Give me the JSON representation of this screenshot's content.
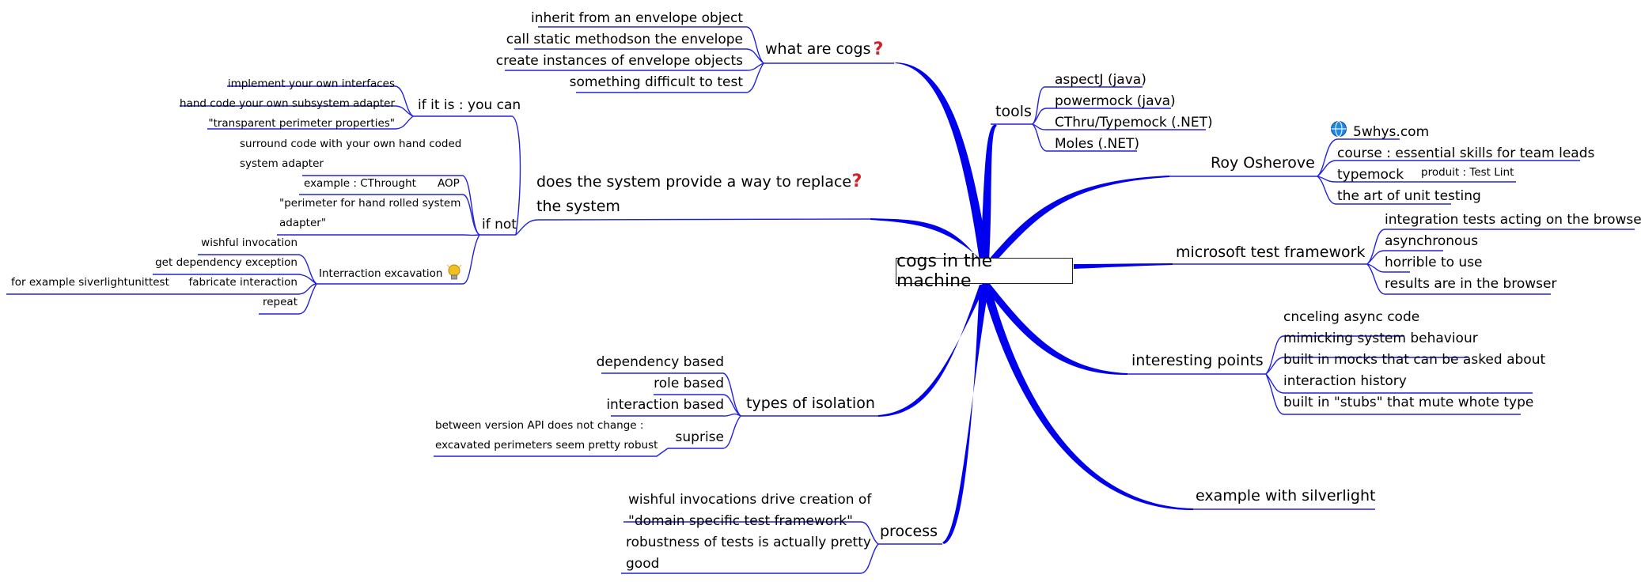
{
  "root": "cogs in the machine",
  "colors": {
    "branch": "#0000ee",
    "thin_branch": "#2222dd",
    "question": "#d02030",
    "bulb": "#f0c020",
    "web": "#1e88e5"
  },
  "tools": {
    "label": "tools",
    "items": [
      "aspectJ (java)",
      "powermock (java)",
      "CThru/Typemock (.NET)",
      "Moles (.NET)"
    ]
  },
  "roy": {
    "label": "Roy Osherove",
    "site": "5whys.com",
    "course": "course : essential skills for team leads",
    "typemock": "typemock",
    "product": "produit : Test Lint",
    "book": "the art of unit testing"
  },
  "mstf": {
    "label": "microsoft test framework",
    "items": [
      "integration tests acting on the browser",
      "asynchronous",
      "horrible to use",
      "results are in the browser"
    ]
  },
  "points": {
    "label": "interesting points",
    "items": [
      "cnceling async code",
      "mimicking system behaviour",
      "built in mocks that can be asked about",
      "interaction history",
      "built in \"stubs\" that mute whote type"
    ]
  },
  "silverlight": {
    "label": "example with silverlight"
  },
  "process": {
    "label": "process",
    "items": [
      "wishful invocations drive creation of",
      "\"domain specific test framework\"",
      "robustness of tests is actually pretty",
      "good"
    ]
  },
  "isolation": {
    "label": "types of isolation",
    "items": [
      "dependency based",
      "role based",
      "interaction based"
    ],
    "surprise": "suprise",
    "surprise_lines": [
      "between version API does not change :",
      "excavated perimeters seem pretty robust"
    ]
  },
  "cogs": {
    "label": "what are cogs",
    "items": [
      "inherit from an envelope object",
      "call static methodson the envelope",
      "create instances of envelope objects",
      "something difficult to test"
    ]
  },
  "replace": {
    "label_lines": [
      "does the system provide a way to replace",
      "the system"
    ],
    "yes": {
      "label": "if it is : you can",
      "items": [
        "implement your own interfaces",
        "hand code your own subsystem adapter",
        "\"transparent perimeter properties\""
      ]
    },
    "no": {
      "label": "if not",
      "surround": [
        "surround code with your own hand coded",
        "system adapter"
      ],
      "aop": "AOP",
      "example": "example : CThrought",
      "perimeter": [
        "\"perimeter for hand rolled system",
        "adapter\""
      ],
      "excavation": {
        "label": "Interraction excavation",
        "items": [
          "wishful invocation",
          "get dependency exception",
          "fabricate interaction",
          "repeat"
        ],
        "example": "for example siverlightunittest"
      }
    }
  }
}
